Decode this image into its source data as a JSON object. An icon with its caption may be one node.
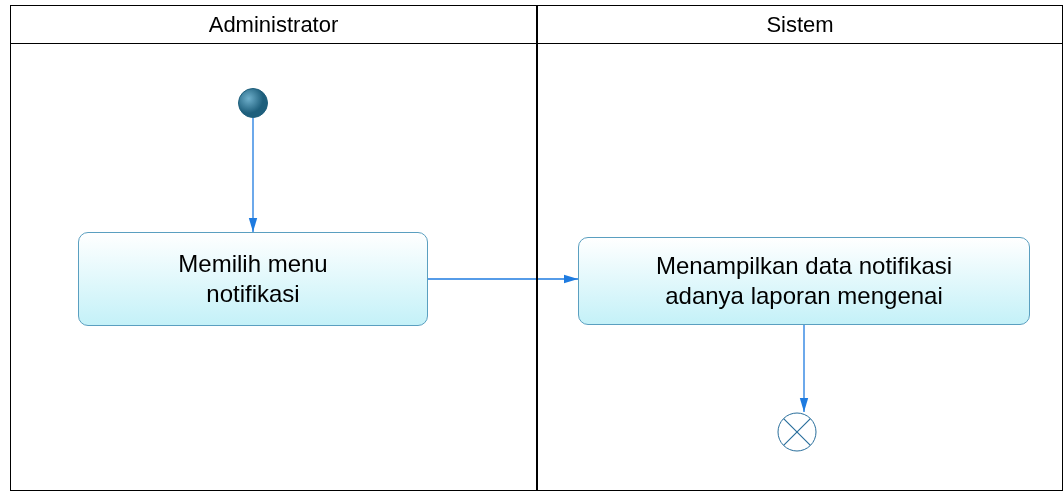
{
  "diagram": {
    "nodes": [
      {
        "text": [
          "Administrator"
        ]
      },
      {
        "text": [
          "Sistem"
        ]
      },
      {
        "text": [],
        "shape": "circle",
        "in": 0
      },
      {
        "text": [
          "Memilih menu notifikasi"
        ],
        "in": 0
      },
      {
        "text": [
          "Menampilkan data notifikasi adanya laporan mengenai"
        ],
        "in": 1
      },
      {
        "text": [],
        "shape": "circle",
        "in": 1
      }
    ],
    "edges": [
      {
        "from": 2,
        "to": 3,
        "arrow": "to"
      },
      {
        "from": 3,
        "to": 4,
        "arrow": "to"
      },
      {
        "from": 4,
        "to": 5,
        "arrow": "to"
      }
    ]
  }
}
